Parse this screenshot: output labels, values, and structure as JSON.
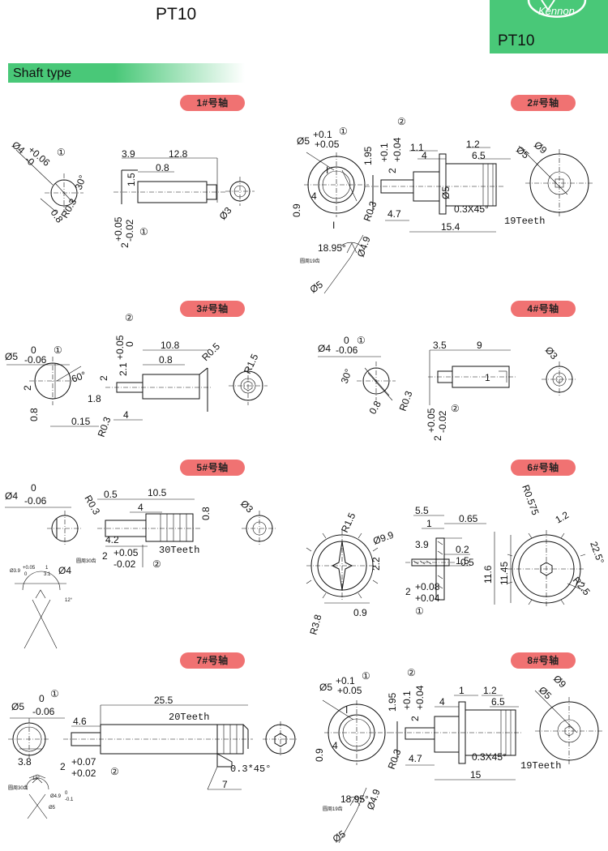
{
  "header": {
    "title": "PT10",
    "brand_logo_text": "Kennon",
    "brand_title": "PT10"
  },
  "section": {
    "label": "Shaft type"
  },
  "badges": [
    "1#号轴",
    "2#号轴",
    "3#号轴",
    "4#号轴",
    "5#号轴",
    "6#号轴",
    "7#号轴",
    "8#号轴"
  ],
  "shaft1": {
    "dia_main": "Ø4",
    "tol_plus": "+0.06",
    "tol_minus": "-0",
    "circle_mark": "①",
    "d_0_8": "0.8",
    "d_r0_3": "R0.3",
    "d_30": "30°",
    "d_3_9": "3.9",
    "d_12_8": "12.8",
    "d_0_8b": "0.8",
    "d_1_5": "1.5",
    "d_tol_plus": "+0.05",
    "d_tol_minus": "-0.02",
    "d_2": "2",
    "d_circle": "①",
    "d_phi3": "Ø3"
  },
  "shaft2": {
    "dia_main": "Ø5",
    "tol_plus": "+0.1",
    "tol_minus": "+0.05",
    "circle_mark": "①",
    "d_1_95": "1.95",
    "d_2": "2",
    "d_tol_plus": "+0.1",
    "d_tol_minus": "+0.04",
    "d_circle2": "②",
    "d_1_1": "1.1",
    "d_4": "4",
    "d_1_2": "1.2",
    "d_6_5": "6.5",
    "d_phi5": "Ø5",
    "d_phi9": "Ø9",
    "d_0_9": "0.9",
    "d_4a": "4",
    "d_r0_3": "R0.3",
    "d_4_7": "4.7",
    "d_chamfer": "0.3X45°",
    "d_15_4": "15.4",
    "d_teeth": "19Teeth",
    "d_18_95": "18.95°",
    "d_phi4_9": "Ø4.9",
    "d_phi5b": "Ø5",
    "d_ring": "圆周19齿",
    "d_I": "I",
    "d_Ib": "I"
  },
  "shaft3": {
    "dia_main": "Ø5",
    "tol_plus": "0",
    "tol_minus": "-0.06",
    "circle_mark": "①",
    "d_2": "2",
    "d_60": "60°",
    "d_0_8": "0.8",
    "d_1_8": "1.8",
    "d_0_15": "0.15",
    "d_2b": "2",
    "d_tol_plus": "+0.05",
    "d_tol_minus": "0",
    "d_circle2": "②",
    "d_2_1": "2.1",
    "d_10_8": "10.8",
    "d_0_8b": "0.8",
    "d_r0_5": "R0.5",
    "d_r1_5": "R1.5",
    "d_r0_3": "R0.3",
    "d_4": "4"
  },
  "shaft4": {
    "dia_main": "Ø4",
    "tol_plus": "0",
    "tol_minus": "-0.06",
    "circle_mark": "①",
    "d_30": "30°",
    "d_0_8": "0.8",
    "d_3_5": "3.5",
    "d_9": "9",
    "d_1": "1",
    "d_r0_3": "R0.3",
    "d_2": "2",
    "d_tol_plus": "+0.05",
    "d_tol_minus": "-0.02",
    "d_circle2": "②",
    "d_phi3": "Ø3"
  },
  "shaft5": {
    "dia_main": "Ø4",
    "tol_plus": "0",
    "tol_minus": "-0.06",
    "d_r0_3": "R0.3",
    "d_0_5": "0.5",
    "d_10_5": "10.5",
    "d_4": "4",
    "d_0_8": "0.8",
    "d_4_2": "4.2",
    "d_2": "2",
    "d_tol_plus": "+0.05",
    "d_tol_minus": "-0.02",
    "d_circle2": "②",
    "d_teeth": "30Teeth",
    "d_phi3": "Ø3",
    "d_small_dia": "Ø3.9",
    "d_small_tol": "+0.05",
    "d_small_tol0": "0",
    "d_scale": "1",
    "d_scale_b": "3:1",
    "d_phi4": "Ø4",
    "d_ring": "圆周30齿",
    "d_12": "12°"
  },
  "shaft6": {
    "d_r1_5": "R1.5",
    "d_phi9_9": "Ø9.9",
    "d_2_2": "2.2",
    "d_r3_8": "R3.8",
    "d_0_9": "0.9",
    "d_5_5": "5.5",
    "d_1": "1",
    "d_0_65": "0.65",
    "d_3_9": "3.9",
    "d_0_2": "0.2",
    "d_1_5": "1.5",
    "d_0_5": "0.5",
    "d_2": "2",
    "d_tol_plus": "+0.08",
    "d_tol_minus": "+0.04",
    "d_circle": "①",
    "d_r0_575": "R0.575",
    "d_1_2": "1.2",
    "d_11_6": "11.6",
    "d_11_45": "11.45",
    "d_22_5": "22.5°",
    "d_r2_5": "R2.5"
  },
  "shaft7": {
    "dia_main": "Ø5",
    "tol_plus": "0",
    "tol_minus": "-0.06",
    "circle_mark": "①",
    "d_25_5": "25.5",
    "d_4_6": "4.6",
    "d_teeth": "20Teeth",
    "d_2": "2",
    "d_tol_plus": "+0.07",
    "d_tol_minus": "+0.02",
    "d_circle2": "②",
    "d_chamfer": "0.3*45°",
    "d_7": "7",
    "d_3_8": "3.8",
    "d_18": "18°",
    "d_ring": "圆周30齿",
    "d_phi4_9": "Ø4.9",
    "d_small_tol0": "0",
    "d_small_tol": "-0.1",
    "d_phi5": "Ø5"
  },
  "shaft8": {
    "dia_main": "Ø5",
    "tol_plus": "+0.1",
    "tol_minus": "+0.05",
    "circle_mark": "①",
    "d_1_95": "1.95",
    "d_2": "2",
    "d_tol_plus": "+0.1",
    "d_tol_minus": "+0.04",
    "d_circle2": "②",
    "d_4": "4",
    "d_1": "1",
    "d_1_2": "1.2",
    "d_6_5": "6.5",
    "d_phi9": "Ø9",
    "d_phi5": "Ø5",
    "d_0_9": "0.9",
    "d_4a": "4",
    "d_r0_3": "R0.3",
    "d_4_7": "4.7",
    "d_chamfer": "0.3X45°",
    "d_15": "15",
    "d_teeth": "19Teeth",
    "d_18_95": "18.95°",
    "d_phi4_9": "Ø4.9",
    "d_phi5b": "Ø5",
    "d_ring": "圆周19齿",
    "d_I": "I"
  }
}
